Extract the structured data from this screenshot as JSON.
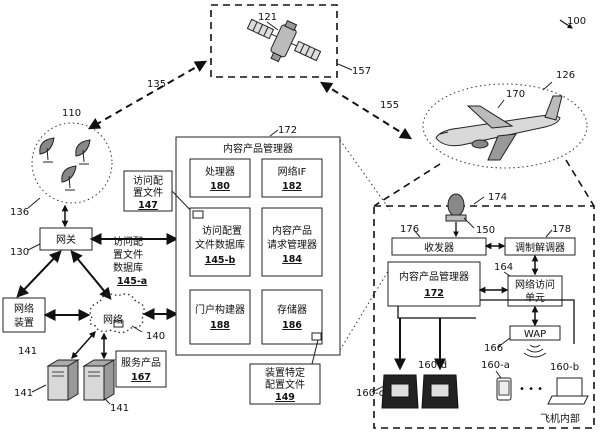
{
  "labels": {
    "satellite": "121",
    "satellite_box": "157",
    "system": "100",
    "link_left": "135",
    "link_right": "155",
    "ground_group": "110",
    "ground_circle": "136",
    "aircraft_ellipse": "126",
    "aircraft": "170",
    "content_manager_box": "172",
    "content_manager_title": "内容产品管理器",
    "processor": "处理器",
    "processor_ref": "180",
    "network_if": "网络IF",
    "network_if_ref": "182",
    "access_profile": "访问配置文件",
    "access_profile_ref": "147",
    "access_db": "访问配置文件数据库",
    "access_db_ref": "145-b",
    "content_request_mgr": "内容产品请求管理器",
    "content_request_mgr_ref": "184",
    "portal_builder": "门户构建器",
    "portal_builder_ref": "188",
    "memory": "存储器",
    "memory_ref": "186",
    "device_profile": "装置特定配置文件",
    "device_profile_ref": "149",
    "gateway": "网关",
    "gateway_ref": "130",
    "access_db_left": "访问配置文件数据库",
    "access_db_left_ref": "145-a",
    "network_device": "网络装置",
    "network_device_ref": "141",
    "network": "网络",
    "network_ref": "140",
    "service_product": "服务产品",
    "service_product_ref": "167",
    "server_left_ref": "141",
    "server_right_ref": "141",
    "cabin_box": "174",
    "antenna": "150",
    "transceiver": "收发器",
    "transceiver_ref": "176",
    "modem": "调制解调器",
    "modem_ref": "178",
    "onboard_content_mgr": "内容产品管理器",
    "onboard_content_mgr_ref": "172",
    "nau_ref": "164",
    "nau": "网络访问单元",
    "wap": "WAP",
    "wap_ref": "166",
    "seat_c": "160-c",
    "seat_d": "160-d",
    "phone": "160-a",
    "laptop": "160-b",
    "cabin_interior": "飞机内部"
  }
}
